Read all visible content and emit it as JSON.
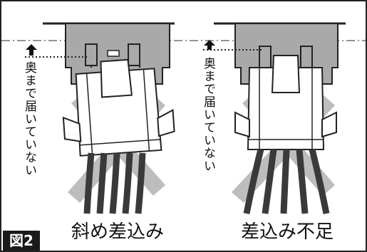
{
  "left_panel": {
    "note": "奥まで届いていない",
    "caption": "斜め差込み"
  },
  "right_panel": {
    "note": "奥まで届いていない",
    "caption": "差込み不足"
  },
  "figure_label": "図2",
  "colors": {
    "housing_gray": "#a9a9a9",
    "cross_gray": "#bdbdbd",
    "wire": "#3a3a3a",
    "line": "#222222",
    "label_bg": "#1a1a1a"
  }
}
